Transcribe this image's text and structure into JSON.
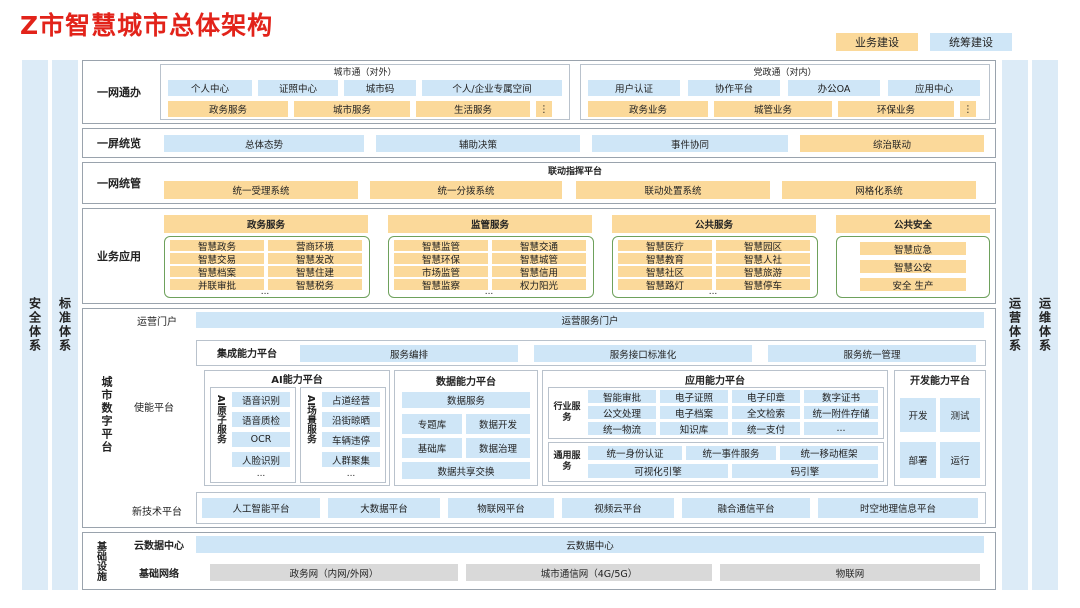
{
  "title": "Z市智慧城市总体架构",
  "legend": {
    "business": "业务建设",
    "overall": "统筹建设"
  },
  "side": {
    "security": "安全体系",
    "standard": "标准体系",
    "operation": "运营体系",
    "maintenance": "运维体系"
  },
  "l1": {
    "label": "一网通办",
    "citytong": "城市通（对外）",
    "citytong_items": [
      "个人中心",
      "证照中心",
      "城市码",
      "个人/企业专属空间"
    ],
    "citytong_biz": [
      "政务服务",
      "城市服务",
      "生活服务"
    ],
    "dangzheng": "党政通（对内）",
    "dangzheng_items": [
      "用户认证",
      "协作平台",
      "办公OA",
      "应用中心"
    ],
    "dangzheng_biz": [
      "政务业务",
      "城管业务",
      "环保业务"
    ],
    "more": "⋮"
  },
  "l2": {
    "label": "一屏统览",
    "items": [
      "总体态势",
      "辅助决策",
      "事件协同",
      "综治联动"
    ]
  },
  "l3": {
    "label": "一网统管",
    "platform": "联动指挥平台",
    "items": [
      "统一受理系统",
      "统一分拨系统",
      "联动处置系统",
      "网格化系统"
    ]
  },
  "l4": {
    "label": "业务应用",
    "groups": [
      {
        "title": "政务服务",
        "items": [
          "智慧政务",
          "营商环境",
          "智慧交易",
          "智慧发改",
          "智慧档案",
          "智慧住建",
          "并联审批",
          "智慧税务"
        ]
      },
      {
        "title": "监管服务",
        "items": [
          "智慧监管",
          "智慧交通",
          "智慧环保",
          "智慧城管",
          "市场监管",
          "智慧信用",
          "智慧监察",
          "权力阳光"
        ]
      },
      {
        "title": "公共服务",
        "items": [
          "智慧医疗",
          "智慧园区",
          "智慧教育",
          "智慧人社",
          "智慧社区",
          "智慧旅游",
          "智慧路灯",
          "智慧停车"
        ]
      },
      {
        "title": "公共安全",
        "items": [
          "智慧应急",
          "智慧公安",
          "安全 生产"
        ]
      }
    ],
    "ellipsis": "..."
  },
  "l5": {
    "label": "城市数字平台",
    "portal_label": "运营门户",
    "portal": "运营服务门户",
    "enable_label": "使能平台",
    "integration": {
      "title": "集成能力平台",
      "items": [
        "服务编排",
        "服务接口标准化",
        "服务统一管理"
      ]
    },
    "ai": {
      "title": "AI能力平台",
      "atomic": "AI原子服务",
      "atomic_items": [
        "语音识别",
        "语音质检",
        "OCR",
        "人脸识别"
      ],
      "scene": "AI场景服务",
      "scene_items": [
        "占道经营",
        "沿街晾晒",
        "车辆违停",
        "人群聚集"
      ],
      "more": "..."
    },
    "data": {
      "title": "数据能力平台",
      "service": "数据服务",
      "items": [
        "专题库",
        "数据开发",
        "基础库",
        "数据治理"
      ],
      "exchange": "数据共享交换"
    },
    "app": {
      "title": "应用能力平台",
      "industry": "行业服务",
      "industry_items": [
        "智能审批",
        "电子证照",
        "电子印章",
        "数字证书",
        "公文处理",
        "电子档案",
        "全文检索",
        "统一附件存储",
        "统一物流",
        "知识库",
        "统一支付",
        "..."
      ],
      "general": "通用服务",
      "general_items": [
        "统一身份认证",
        "统一事件服务",
        "统一移动框架",
        "可视化引擎",
        "码引擎"
      ]
    },
    "dev": {
      "title": "开发能力平台",
      "items": [
        "开发",
        "测试",
        "部署",
        "运行"
      ]
    },
    "newtech_label": "新技术平台",
    "newtech": [
      "人工智能平台",
      "大数据平台",
      "物联网平台",
      "视频云平台",
      "融合通信平台",
      "时空地理信息平台"
    ]
  },
  "l6": {
    "label": "基础设施",
    "cloud_label": "云数据中心",
    "cloud": "云数据中心",
    "net_label": "基础网络",
    "nets": [
      "政务网（内网/外网）",
      "城市通信网（4G/5G）",
      "物联网"
    ]
  }
}
